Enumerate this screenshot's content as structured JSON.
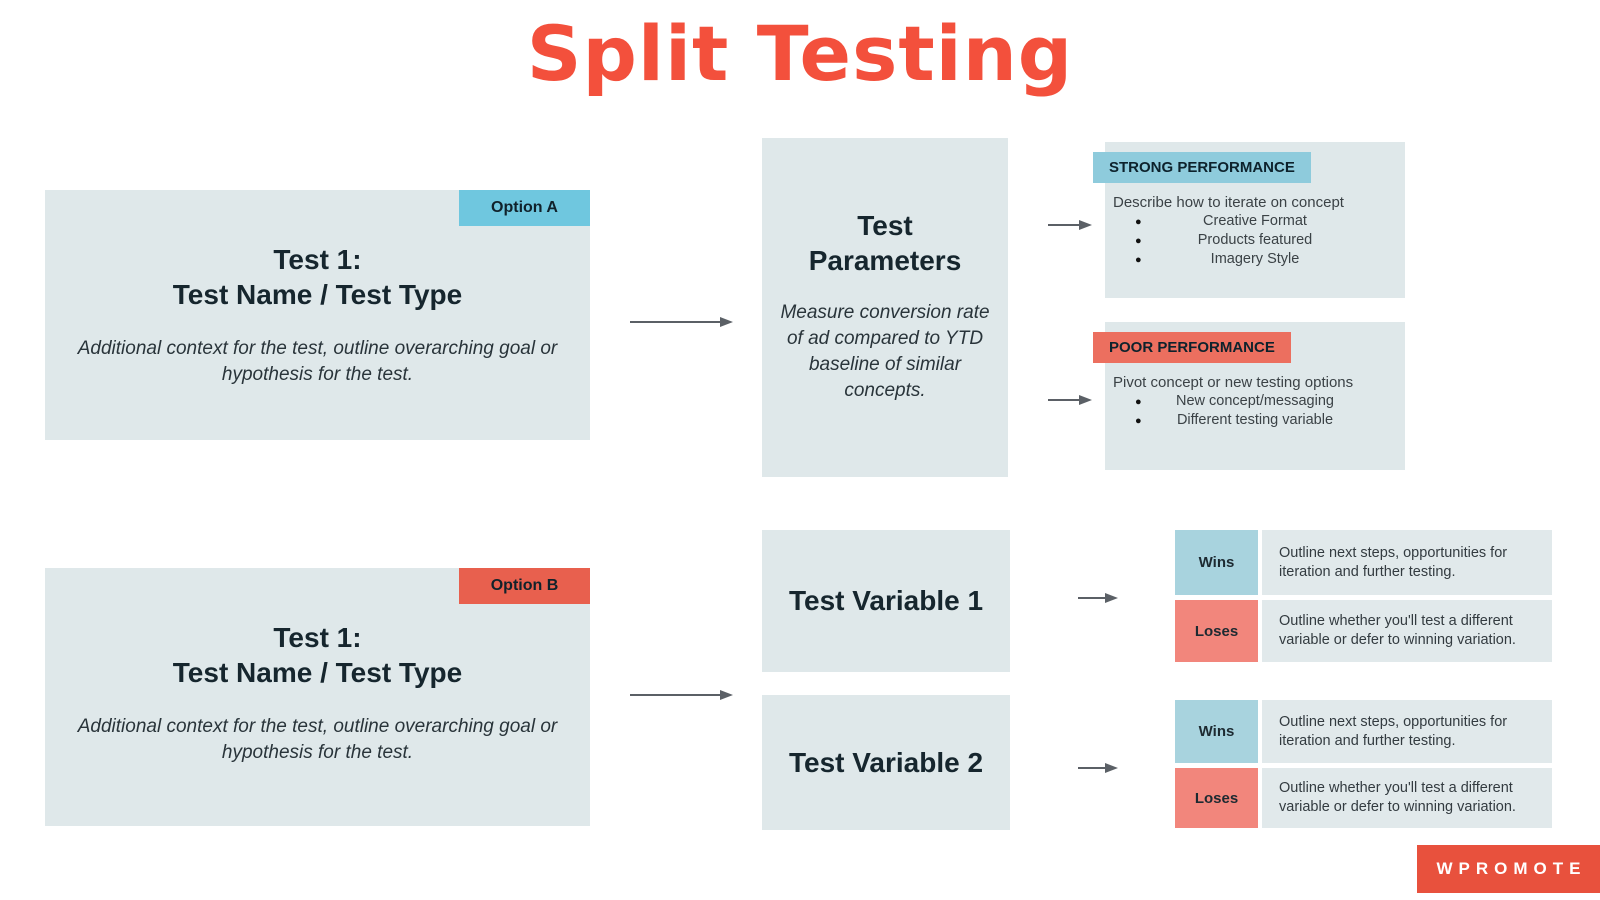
{
  "title": "Split Testing",
  "test_cards": [
    {
      "tag": "Option A",
      "heading_line1": "Test 1:",
      "heading_line2": "Test Name / Test Type",
      "body": "Additional context for the test, outline overarching goal or hypothesis for the test."
    },
    {
      "tag": "Option B",
      "heading_line1": "Test 1:",
      "heading_line2": "Test Name / Test Type",
      "body": "Additional context for the test, outline overarching goal or hypothesis for the test."
    }
  ],
  "parameters_card": {
    "heading_line1": "Test",
    "heading_line2": "Parameters",
    "body": "Measure conversion rate of ad compared to YTD baseline of similar concepts."
  },
  "outcome_cards": [
    {
      "tag": "STRONG PERFORMANCE",
      "intro": "Describe how to iterate on concept",
      "bullets": [
        "Creative Format",
        "Products featured",
        "Imagery Style"
      ]
    },
    {
      "tag": "POOR PERFORMANCE",
      "intro": "Pivot concept or new testing options",
      "bullets": [
        "New concept/messaging",
        "Different testing variable"
      ]
    }
  ],
  "variable_cards": [
    {
      "label": "Test Variable 1"
    },
    {
      "label": "Test Variable 2"
    }
  ],
  "result_groups": [
    {
      "rows": [
        {
          "label": "Wins",
          "text": "Outline next steps, opportunities for iteration and further testing."
        },
        {
          "label": "Loses",
          "text": "Outline whether you'll test a different variable or defer to winning variation."
        }
      ]
    },
    {
      "rows": [
        {
          "label": "Wins",
          "text": "Outline next steps, opportunities for iteration and further testing."
        },
        {
          "label": "Loses",
          "text": "Outline whether you'll test a different variable or defer to winning variation."
        }
      ]
    }
  ],
  "logo_text": "WPROMOTE",
  "colors": {
    "title_red": "#f3503c",
    "card_bg": "#dfe8ea",
    "option_a_blue": "#6fc7df",
    "strong_header_blue": "#8ecbdc",
    "wins_label_blue": "#a8d3de",
    "option_b_coral": "#e8604e",
    "poor_header_coral": "#ec6f5f",
    "loses_label_coral": "#f2867c",
    "logo_bg": "#e8513d",
    "arrow_gray": "#5b6066"
  }
}
